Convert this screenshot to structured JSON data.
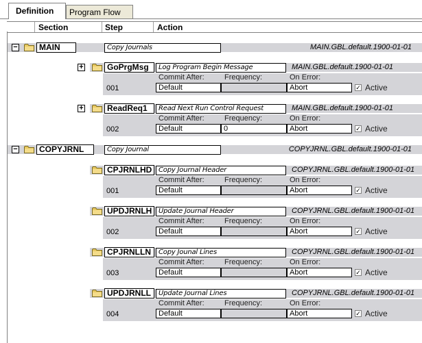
{
  "tabs": [
    {
      "label": "Definition",
      "active": true
    },
    {
      "label": "Program Flow",
      "active": false
    }
  ],
  "columns": {
    "section": "Section",
    "step": "Step",
    "action": "Action"
  },
  "labels": {
    "commit_after": "Commit After:",
    "frequency": "Frequency:",
    "on_error": "On Error:",
    "active": "Active"
  },
  "sections": [
    {
      "name": "MAIN",
      "description": "Copy Journals",
      "path": "MAIN.GBL.default.1900-01-01",
      "expanded": true,
      "steps": [
        {
          "name": "GoPrgMsg",
          "description": "Log Program Begin Message",
          "path": "MAIN.GBL.default.1900-01-01",
          "seq": "001",
          "commit_after": "Default",
          "frequency": "",
          "on_error": "Abort",
          "active": true,
          "expandable": true
        },
        {
          "name": "ReadReq1",
          "description": "Read Next Run Control Request",
          "path": "MAIN.GBL.default.1900-01-01",
          "seq": "002",
          "commit_after": "Default",
          "frequency": "0",
          "on_error": "Abort",
          "active": true,
          "expandable": true
        }
      ]
    },
    {
      "name": "COPYJRNL",
      "description": "Copy Journal",
      "path": "COPYJRNL.GBL.default.1900-01-01",
      "expanded": true,
      "steps": [
        {
          "name": "CPJRNLHD",
          "description": "Copy Journal Header",
          "path": "COPYJRNL.GBL.default.1900-01-01",
          "seq": "001",
          "commit_after": "Default",
          "frequency": "",
          "on_error": "Abort",
          "active": true,
          "expandable": false
        },
        {
          "name": "UPDJRNLH",
          "description": "Update Journal Header",
          "path": "COPYJRNL.GBL.default.1900-01-01",
          "seq": "002",
          "commit_after": "Default",
          "frequency": "",
          "on_error": "Abort",
          "active": true,
          "expandable": false
        },
        {
          "name": "CPJRNLLN",
          "description": "Copy Jounal Lines",
          "path": "COPYJRNL.GBL.default.1900-01-01",
          "seq": "003",
          "commit_after": "Default",
          "frequency": "",
          "on_error": "Abort",
          "active": true,
          "expandable": false
        },
        {
          "name": "UPDJRNLL",
          "description": "Update Journal Lines",
          "path": "COPYJRNL.GBL.default.1900-01-01",
          "seq": "004",
          "commit_after": "Default",
          "frequency": "",
          "on_error": "Abort",
          "active": true,
          "expandable": false
        }
      ]
    }
  ],
  "icons": {
    "folder": "folder-icon",
    "collapse": "minus-icon",
    "expand": "plus-icon",
    "check": "checkmark-icon"
  },
  "colors": {
    "band": "#d4d4d8",
    "folder": "#e8c860"
  }
}
